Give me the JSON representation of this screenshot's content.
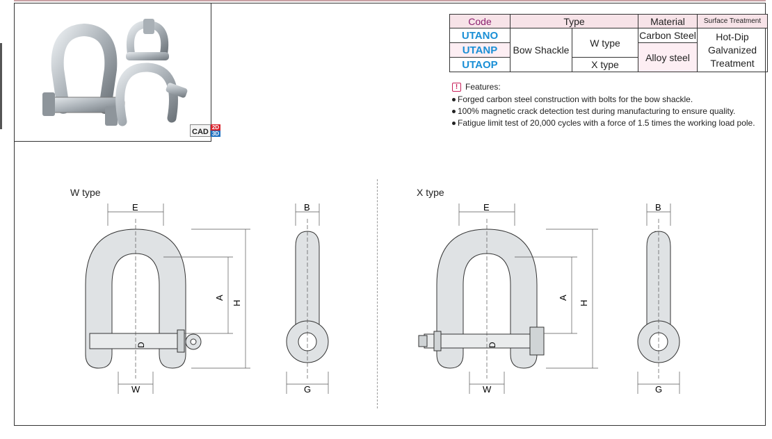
{
  "photo": {
    "cad_label": "CAD",
    "cad_2d": "2D",
    "cad_3d": "3D"
  },
  "table": {
    "headers": {
      "code": "Code",
      "type": "Type",
      "material": "Material",
      "surface": "Surface Treatment"
    },
    "codes": [
      "UTANO",
      "UTANP",
      "UTAOP"
    ],
    "type_main": "Bow Shackle",
    "type_w": "W type",
    "type_x": "X type",
    "material_carbon": "Carbon Steel",
    "material_alloy": "Alloy steel",
    "surface": "Hot-Dip Galvanized Treatment"
  },
  "features": {
    "title": "Features:",
    "items": [
      "Forged carbon steel construction with bolts for the bow shackle.",
      "100% magnetic crack detection test during manufacturing to ensure quality.",
      "Fatigue limit test of 20,000 cycles with a force of 1.5 times the working load pole."
    ]
  },
  "diagrams": {
    "w_title": "W type",
    "x_title": "X type",
    "dims": {
      "A": "A",
      "B": "B",
      "D": "D",
      "E": "E",
      "G": "G",
      "H": "H",
      "W": "W"
    }
  }
}
